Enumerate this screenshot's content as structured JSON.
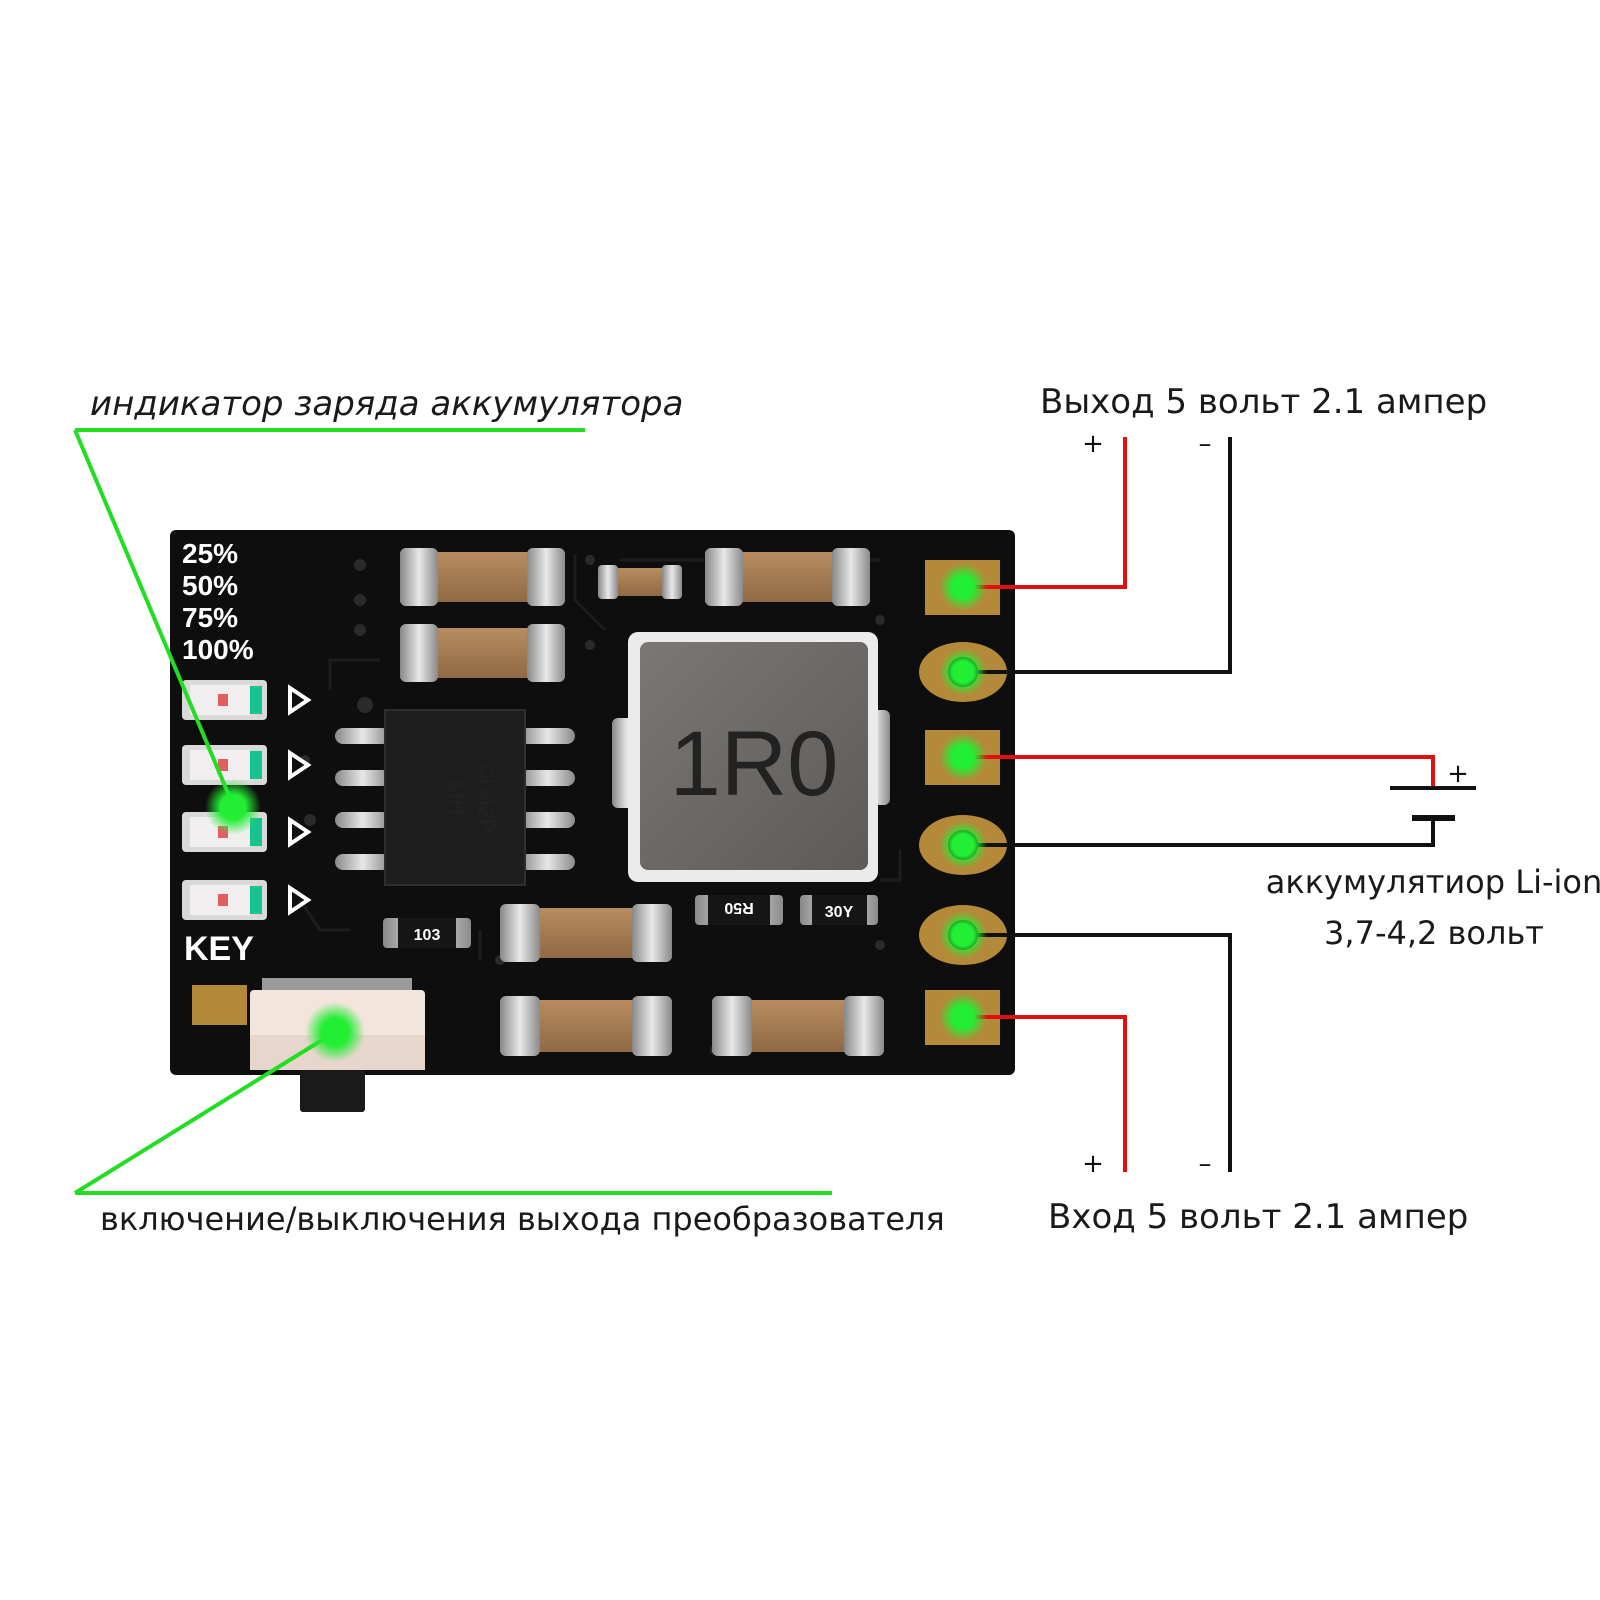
{
  "labels": {
    "battery_indicator": "индикатор заряда аккумулятора",
    "output": "Выход 5 вольт 2.1 ампер",
    "battery_line1": "аккумулятиор Li-ion",
    "battery_line2": "3,7-4,2 вольт",
    "input": "Вход 5 вольт 2.1 ампер",
    "switch": "включение/выключения выхода преобразователя"
  },
  "polarity": {
    "plus": "+",
    "minus": "–"
  },
  "board": {
    "silkscreen": [
      "25%",
      "50%",
      "75%",
      "100%"
    ],
    "key_label": "KEY",
    "inductor_marking": "1R0",
    "chip_marking_1": "MH",
    "chip_marking_2": "CD42P",
    "resistor_1": "103",
    "resistor_2": "R50",
    "resistor_3": "30Y"
  },
  "colors": {
    "pcb": "#0e0e0e",
    "callout": "#22dd22",
    "positive_wire": "#e01010",
    "negative_wire": "#111111",
    "pad": "#b5893a",
    "pad_dot": "#22ee33",
    "capacitor": "#a0784f",
    "inductor": "#6e6b68"
  }
}
